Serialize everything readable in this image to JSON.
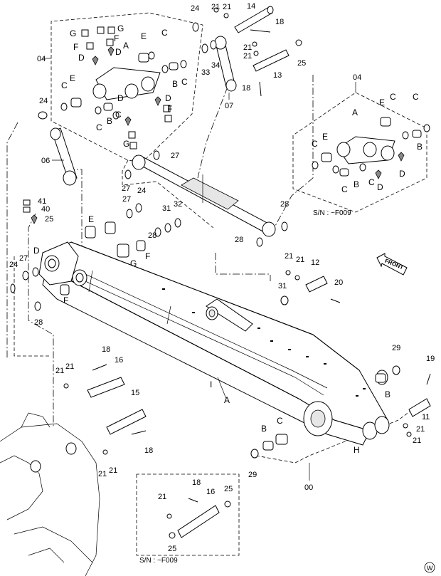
{
  "labels": {
    "group_04_upper": "04",
    "group_04_right": "04",
    "group_06": "06",
    "group_07": "07",
    "group_00": "00",
    "A1": "A",
    "A2": "A",
    "A3": "A",
    "B1": "B",
    "B2": "B",
    "B3": "B",
    "B4": "B",
    "B5": "B",
    "B6": "B",
    "C1": "C",
    "C2": "C",
    "C3": "C",
    "C4": "C",
    "C5": "C",
    "C6": "C",
    "C7": "C",
    "C8": "C",
    "C9": "C",
    "C10": "C",
    "C11": "C",
    "D1": "D",
    "D2": "D",
    "D3": "D",
    "D4": "D",
    "D5": "D",
    "D6": "D",
    "D7": "D",
    "E1": "E",
    "E2": "E",
    "E3": "E",
    "E4": "E",
    "E5": "E",
    "F1": "F",
    "F2": "F",
    "F3": "F",
    "F4": "F",
    "F5": "F",
    "G1": "G",
    "G2": "G",
    "G3": "G",
    "G4": "G",
    "H1": "H",
    "I1": "I",
    "n12": "12",
    "n13": "13",
    "n14": "14",
    "n15": "15",
    "n16a": "16",
    "n16b": "16",
    "n18a": "18",
    "n18b": "18",
    "n18c": "18",
    "n18d": "18",
    "n18e": "18",
    "n19": "19",
    "n20": "20",
    "n21a": "21",
    "n21b": "21",
    "n21c": "21",
    "n21d": "21",
    "n21e": "21",
    "n21f": "21",
    "n21g": "21",
    "n21h": "21",
    "n21i": "21",
    "n21j": "21",
    "n21k": "21",
    "n21l": "21",
    "n21m": "21",
    "n24a": "24",
    "n24b": "24",
    "n24c": "24",
    "n24d": "24",
    "n25a": "25",
    "n25b": "25",
    "n25c": "25",
    "n25d": "25",
    "n27a": "27",
    "n27b": "27",
    "n27c": "27",
    "n27d": "27",
    "n28a": "28",
    "n28b": "28",
    "n28c": "28",
    "n28d": "28",
    "n29a": "29",
    "n29b": "29",
    "n31a": "31",
    "n31b": "31",
    "n32": "32",
    "n33": "33",
    "n34": "34",
    "n40": "40",
    "n41": "41",
    "n11": "11"
  },
  "serial_note_right": "S/N :  ~F009",
  "serial_note_bottom": "S/N :  ~F009",
  "front_arrow": "FRONT",
  "watermark": "W"
}
